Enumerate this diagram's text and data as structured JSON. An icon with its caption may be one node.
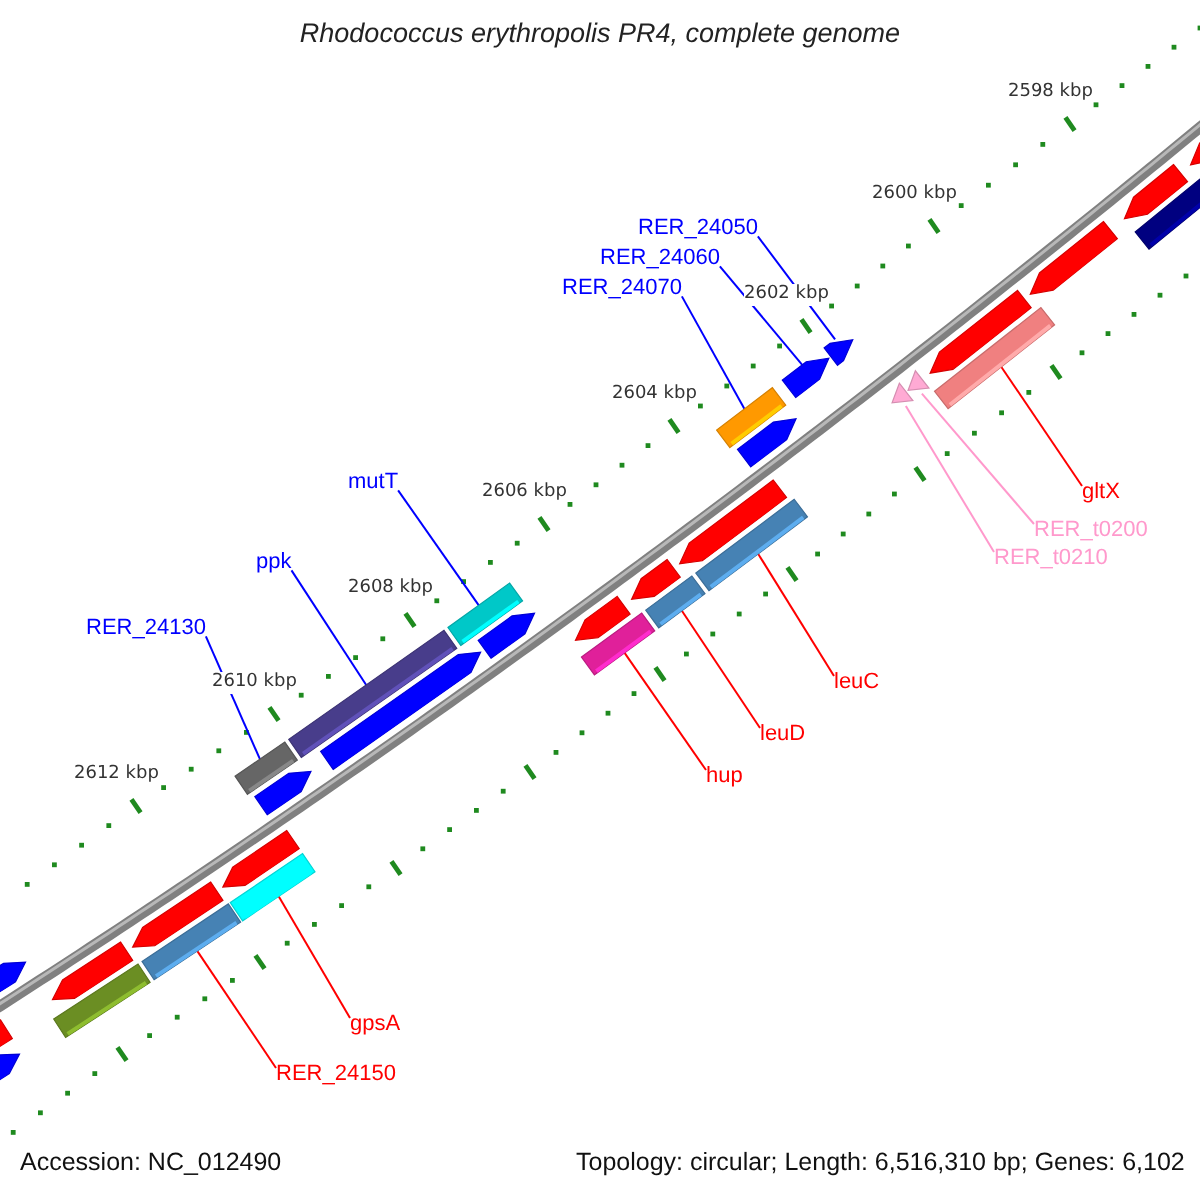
{
  "diagram": {
    "title": "Rhodococcus erythropolis PR4, complete genome",
    "nodes": [
      {
        "text": [
          "RER_24050"
        ]
      },
      {
        "text": [
          "RER_24060"
        ]
      },
      {
        "text": [
          "RER_24070"
        ]
      },
      {
        "text": [
          "mutT"
        ]
      },
      {
        "text": [
          "ppk"
        ]
      },
      {
        "text": [
          "RER_24130"
        ]
      },
      {
        "text": [
          "gltX"
        ]
      },
      {
        "text": [
          "RER_t0200"
        ]
      },
      {
        "text": [
          "RER_t0210"
        ]
      },
      {
        "text": [
          "leuC"
        ]
      },
      {
        "text": [
          "leuD"
        ]
      },
      {
        "text": [
          "hup"
        ]
      },
      {
        "text": [
          "gpsA"
        ]
      },
      {
        "text": [
          "RER_24150"
        ]
      },
      {
        "text": [],
        "shape": "pentagon"
      },
      {
        "text": [],
        "shape": "pentagon"
      },
      {
        "text": [],
        "shape": "bar"
      },
      {
        "text": [],
        "shape": "bar"
      },
      {
        "text": [],
        "shape": "bar"
      },
      {
        "text": [],
        "shape": "bar"
      },
      {
        "text": [],
        "shape": "bar"
      },
      {
        "text": [],
        "shape": "triangle"
      },
      {
        "text": [],
        "shape": "triangle"
      },
      {
        "text": [],
        "shape": "bar"
      },
      {
        "text": [],
        "shape": "bar"
      },
      {
        "text": [],
        "shape": "bar"
      },
      {
        "text": [],
        "shape": "bar"
      },
      {
        "text": [],
        "shape": "bar"
      }
    ],
    "edges": [
      {
        "from": 0,
        "to": 14,
        "arrow": "none",
        "color": "#0000ff"
      },
      {
        "from": 1,
        "to": 15,
        "arrow": "none",
        "color": "#0000ff"
      },
      {
        "from": 2,
        "to": 16,
        "arrow": "none",
        "color": "#0000ff"
      },
      {
        "from": 3,
        "to": 17,
        "arrow": "none",
        "color": "#0000ff"
      },
      {
        "from": 4,
        "to": 18,
        "arrow": "none",
        "color": "#0000ff"
      },
      {
        "from": 5,
        "to": 19,
        "arrow": "none",
        "color": "#0000ff"
      },
      {
        "from": 6,
        "to": 20,
        "arrow": "none",
        "color": "#ff0000"
      },
      {
        "from": 7,
        "to": 21,
        "arrow": "none",
        "color": "#ff99cc"
      },
      {
        "from": 8,
        "to": 22,
        "arrow": "none",
        "color": "#ff99cc"
      },
      {
        "from": 9,
        "to": 23,
        "arrow": "none",
        "color": "#ff0000"
      },
      {
        "from": 10,
        "to": 24,
        "arrow": "none",
        "color": "#ff0000"
      },
      {
        "from": 11,
        "to": 25,
        "arrow": "none",
        "color": "#ff0000"
      },
      {
        "from": 12,
        "to": 26,
        "arrow": "none",
        "color": "#ff0000"
      },
      {
        "from": 13,
        "to": 27,
        "arrow": "none",
        "color": "#ff0000"
      }
    ],
    "labels": [
      "2598 kbp",
      "2600 kbp",
      "2602 kbp",
      "2604 kbp",
      "2606 kbp",
      "2608 kbp",
      "2610 kbp",
      "2612 kbp",
      "Accession: NC_012490",
      "Topology: circular; Length: 6,516,310 bp; Genes: 6,102"
    ]
  }
}
